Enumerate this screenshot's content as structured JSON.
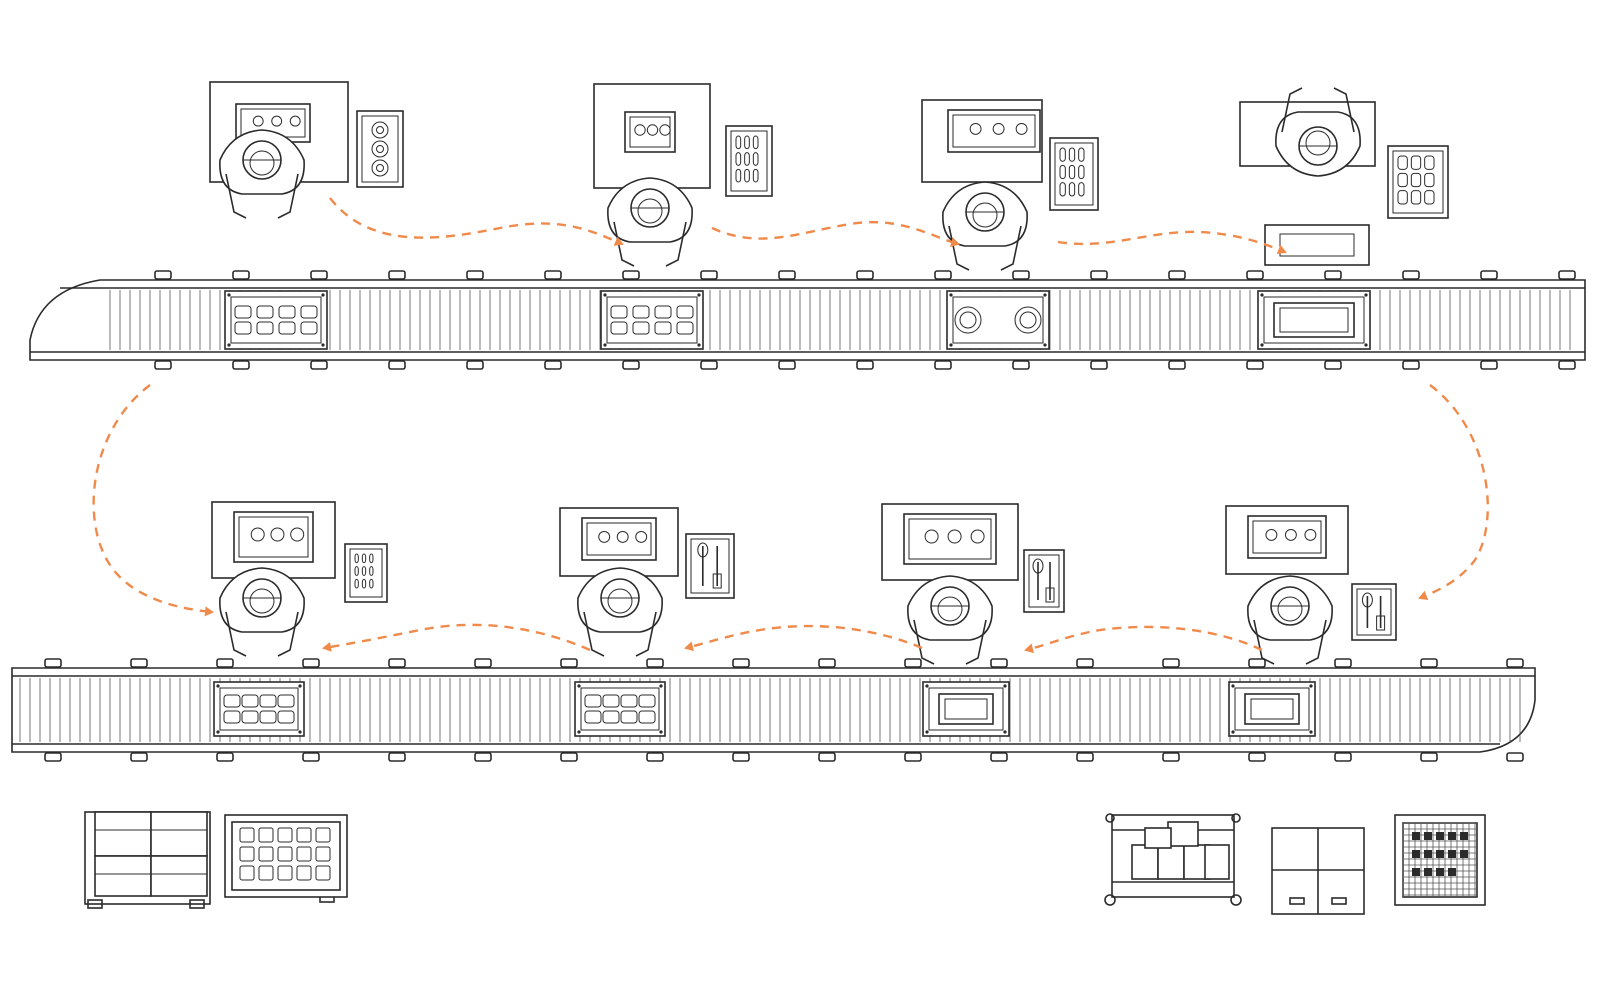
{
  "diagram": {
    "type": "assembly-line-flow",
    "colors": {
      "ink": "#2b2b2b",
      "flow_arrow": "#f08a4b",
      "background": "#ffffff"
    },
    "upper_line": {
      "stations": [
        {
          "id": "s1",
          "worker_facing": "table",
          "tray_icon": "parts-bin-round"
        },
        {
          "id": "s2",
          "worker_facing": "table",
          "tray_icon": "parts-bin-mixed"
        },
        {
          "id": "s3",
          "worker_facing": "table",
          "tray_icon": "parts-bin-mixed"
        },
        {
          "id": "s4",
          "worker_facing": "workpiece",
          "tray_icon": "parts-bin-scrap"
        }
      ],
      "fixtures": [
        "part-plate",
        "part-plate",
        "twin-round-plate",
        "frame-plate"
      ]
    },
    "lower_line": {
      "stations": [
        {
          "id": "s5",
          "worker_facing": "table",
          "tray_icon": "parts-bin-mixed"
        },
        {
          "id": "s6",
          "worker_facing": "table",
          "tray_icon": "tool-tray"
        },
        {
          "id": "s7",
          "worker_facing": "table",
          "tray_icon": "tool-tray"
        },
        {
          "id": "s8",
          "worker_facing": "table",
          "tray_icon": "tool-tray"
        }
      ],
      "fixtures": [
        "part-plate",
        "part-plate",
        "frame-plate",
        "frame-plate"
      ]
    },
    "storage": {
      "left": [
        "pallet-boxes",
        "wire-crate-parts"
      ],
      "right": [
        "cart-boxes",
        "stacked-boxes",
        "wire-crate-scrap"
      ]
    },
    "flow": [
      "s1",
      "s2",
      "s3",
      "s4",
      "s8",
      "s7",
      "s6",
      "s5"
    ]
  }
}
